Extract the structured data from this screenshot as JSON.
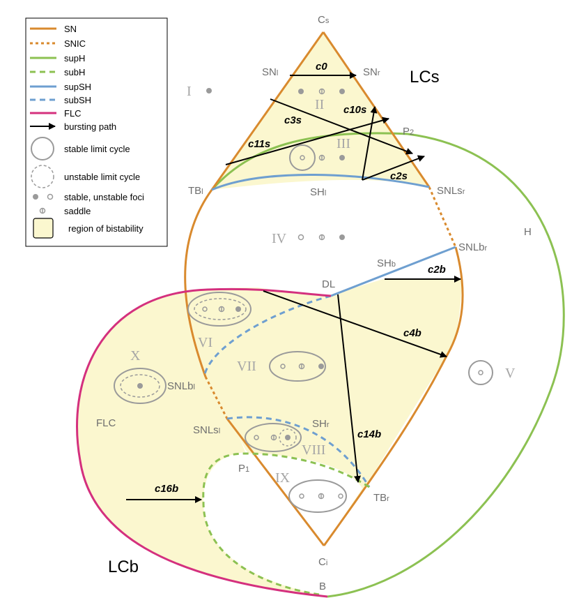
{
  "colors": {
    "sn": "#d98a2e",
    "suph": "#8cc152",
    "supsh": "#6e9fd0",
    "flc": "#d4307e",
    "bistable_fill": "#fbf7cf",
    "point_gray": "#9a9a9a"
  },
  "legend": {
    "items": [
      {
        "id": "sn",
        "label": "SN"
      },
      {
        "id": "snic",
        "label": "SNIC"
      },
      {
        "id": "suph",
        "label": "supH"
      },
      {
        "id": "subh",
        "label": "subH"
      },
      {
        "id": "supsh",
        "label": "supSH"
      },
      {
        "id": "subsh",
        "label": "subSH"
      },
      {
        "id": "flc",
        "label": "FLC"
      },
      {
        "id": "bursting",
        "label": "bursting path"
      },
      {
        "id": "stable_lc",
        "label": "stable limit cycle"
      },
      {
        "id": "unstable_lc",
        "label": "unstable limit cycle"
      },
      {
        "id": "foci",
        "label": "stable, unstable foci"
      },
      {
        "id": "saddle",
        "label": "saddle"
      },
      {
        "id": "bistable",
        "label": "region of bistability"
      }
    ]
  },
  "points": {
    "cs": {
      "main": "C",
      "sub": "s"
    },
    "ci": {
      "main": "C",
      "sub": "i"
    },
    "snl": {
      "main": "SN",
      "sub": "l"
    },
    "snr": {
      "main": "SN",
      "sub": "r"
    },
    "p2": {
      "main": "P",
      "sub": "2"
    },
    "p1": {
      "main": "P",
      "sub": "1"
    },
    "tbl": {
      "main": "TB",
      "sub": "l"
    },
    "tbr": {
      "main": "TB",
      "sub": "r"
    },
    "shl": {
      "main": "SH",
      "sub": "l"
    },
    "shr": {
      "main": "SH",
      "sub": "r"
    },
    "shb": {
      "main": "SH",
      "sub": "b"
    },
    "snlsr": {
      "main": "SNLs",
      "sub": "r"
    },
    "snlbr": {
      "main": "SNLb",
      "sub": "r"
    },
    "snlbl": {
      "main": "SNLb",
      "sub": "l"
    },
    "snlsl": {
      "main": "SNLs",
      "sub": "l"
    },
    "dl": "DL",
    "b": "B",
    "h": "H",
    "flc": "FLC",
    "lcs": "LCs",
    "lcb": "LCb"
  },
  "regions": [
    "I",
    "II",
    "III",
    "IV",
    "V",
    "VI",
    "VII",
    "VIII",
    "IX",
    "X"
  ],
  "paths": {
    "c0": "c0",
    "c3s": "c3s",
    "c10s": "c10s",
    "c11s": "c11s",
    "c2s": "c2s",
    "c2b": "c2b",
    "c4b": "c4b",
    "c14b": "c14b",
    "c16b": "c16b"
  }
}
